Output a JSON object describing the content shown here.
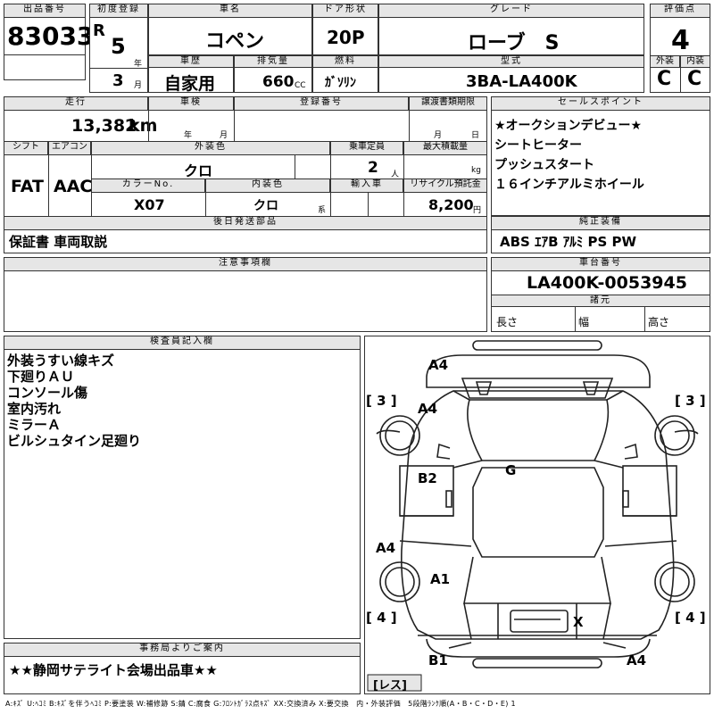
{
  "header": {
    "lot_label": "出品番号",
    "lot": "83033",
    "first_reg_label": "初度登録",
    "era": "R",
    "year_num": "5",
    "year_unit": "年",
    "month_num": "3",
    "month_unit": "月",
    "car_name_label": "車名",
    "car_name": "コペン",
    "door_label": "ドア形状",
    "door": "20P",
    "grade_label": "グレード",
    "grade": "ローブ　S",
    "score_label": "評価点",
    "score": "4",
    "history_label": "車歴",
    "history": "自家用",
    "displacement_label": "排気量",
    "displacement": "660",
    "cc": "CC",
    "fuel_label": "燃料",
    "fuel": "ｶﾞｿﾘﾝ",
    "model_label": "型式",
    "model": "3BA-LA400K",
    "exterior_label": "外装",
    "exterior": "C",
    "interior_label": "内装",
    "interior": "C"
  },
  "row2": {
    "mileage_label": "走行",
    "mileage": "13,382",
    "km": "km",
    "inspection_label": "車検",
    "nen": "年",
    "tsuki": "月",
    "reg_label": "登録番号",
    "transfer_label": "譲渡書類期限",
    "transfer_m": "月",
    "transfer_d": "日",
    "shift_label": "シフト",
    "shift": "FAT",
    "ac_label": "エアコン",
    "ac": "AAC",
    "color_label": "外装色",
    "color": "クロ",
    "capacity_label": "乗車定員",
    "capacity": "2",
    "person_unit": "人",
    "load_label": "最大積載量",
    "kg": "kg",
    "color_no_label": "カラーNo.",
    "color_no": "X07",
    "int_color_label": "内装色",
    "int_color": "クロ",
    "kei": "系",
    "import_label": "輸入車",
    "recycle_label": "リサイクル預託金",
    "recycle": "8,200",
    "yen": "円",
    "later_label": "後日発送部品",
    "later": "保証書 車両取説"
  },
  "sales": {
    "label": "セールスポイント",
    "items": [
      "★オークションデビュー★",
      "シートヒーター",
      "プッシュスタート",
      "１６インチアルミホイール"
    ]
  },
  "equipment": {
    "label": "純正装備",
    "value": "ABS ｴｱB ｱﾙﾐ PS PW"
  },
  "notes": {
    "label": "注意事項欄"
  },
  "chassis": {
    "label": "車台番号",
    "value": "LA400K-0053945",
    "spec_label": "諸元",
    "length": "長さ",
    "width": "幅",
    "height": "高さ"
  },
  "inspector": {
    "label": "検査員記入欄",
    "lines": [
      "外装うすい線キズ",
      "下廻りＡＵ",
      "コンソール傷",
      "室内汚れ",
      "ミラーＡ",
      "ビルシュタイン足廻り"
    ]
  },
  "office": {
    "label": "事務局よりご案内",
    "value": "★★静岡サテライト会場出品車★★"
  },
  "diagram": {
    "a4_top": "A4",
    "a4_hood": "A4",
    "b2": "B2",
    "g": "G",
    "a4_left": "A4",
    "a1": "A1",
    "x": "X",
    "b1": "B1",
    "a4_rear": "A4",
    "tire_fl": "[ 3 ]",
    "tire_fr": "[ 3 ]",
    "tire_rl": "[ 4 ]",
    "tire_rr": "[ 4 ]",
    "spare": "[レス]"
  },
  "legend": "A:ｷｽﾞ U:ﾍｺﾐ B:ｷｽﾞを伴うﾍｺﾐ P:要塗装 W:補修跡 S:錆 C:腐食 G:ﾌﾛﾝﾄｶﾞﾗｽ点ｷｽﾞ XX:交換済み X:要交換　内・外装評価　5段階ﾗﾝｸ順(A・B・C・D・E) 1"
}
